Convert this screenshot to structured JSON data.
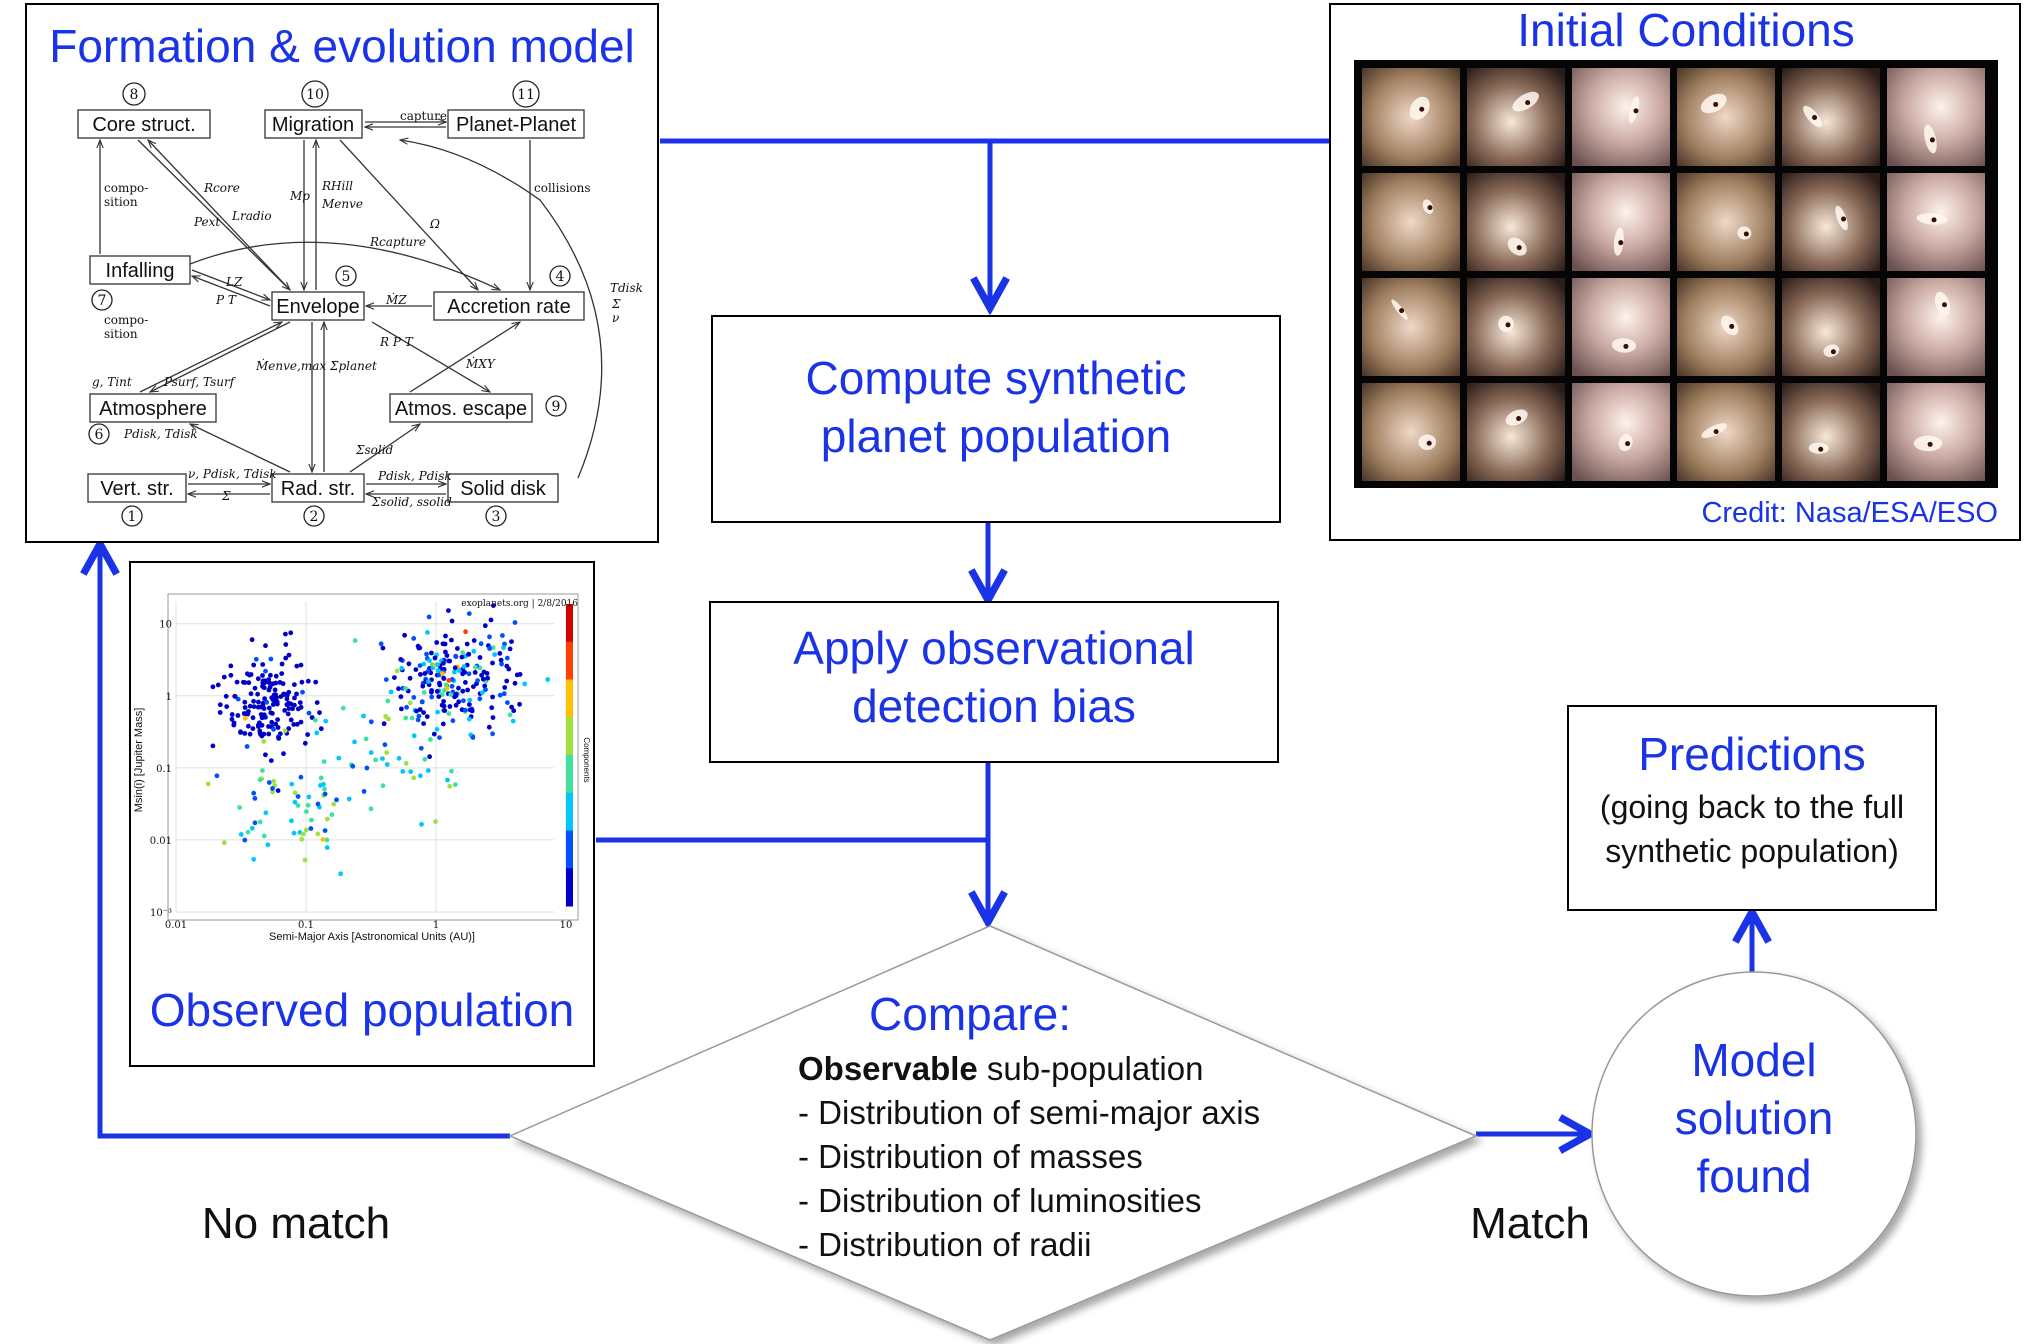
{
  "formation_panel": {
    "title": "Formation & evolution model",
    "modules": {
      "core": {
        "label": "Core struct.",
        "num": "8"
      },
      "migration": {
        "label": "Migration",
        "num": "10"
      },
      "planet_planet": {
        "label": "Planet-Planet",
        "num": "11"
      },
      "infalling": {
        "label": "Infalling",
        "num": "7"
      },
      "envelope": {
        "label": "Envelope",
        "num": "5"
      },
      "accretion": {
        "label": "Accretion rate",
        "num": "4"
      },
      "atmosphere": {
        "label": "Atmosphere",
        "num": "6"
      },
      "atmos_escape": {
        "label": "Atmos. escape",
        "num": "9"
      },
      "vert_str": {
        "label": "Vert. str.",
        "num": "1"
      },
      "rad_str": {
        "label": "Rad. str.",
        "num": "2"
      },
      "solid_disk": {
        "label": "Solid disk",
        "num": "3"
      }
    },
    "edge_labels": {
      "capture": "capture",
      "composition1": "compo-",
      "composition1b": "sition",
      "composition2": "compo-",
      "composition2b": "sition",
      "collisions": "collisions",
      "rcore": "Rcore",
      "lradio": "Lradio",
      "pext": "Pext",
      "mp": "Mp",
      "rhill": "RHill",
      "menve": "Menve",
      "omega": "Ω",
      "rcapture": "Rcapture",
      "lz": "LZ",
      "pt1": "P T",
      "mz": "ṀZ",
      "rpt": "R P T",
      "mxy": "ṀXY",
      "tdisk": "Tdisk",
      "sigma_right": "Σ",
      "nu_right": "ν",
      "gtint": "g, Tint",
      "psurf": "Psurf, Tsurf",
      "menvemax": "Ṁenve,max",
      "sigmaplanet": "Σ̇planet",
      "pdisk_tdisk": "Pdisk, Tdisk",
      "nu_pdisk": "ν, Pdisk, Tdisk",
      "sigma_low": "Σ",
      "sigma_solid": "Σsolid",
      "pdisk_pdisk": "Pdisk, Pdisk",
      "sigma_solid_s": "Σsolid, ssolid"
    }
  },
  "initial_conditions": {
    "title": "Initial Conditions",
    "credit": "Credit: Nasa/ESA/ESO"
  },
  "observed_panel": {
    "title": "Observed population",
    "chart": {
      "source_note": "exoplanets.org | 2/8/2016",
      "xlabel": "Semi-Major Axis [Astronomical Units (AU)]",
      "ylabel": "Msin(i) [Jupiter Mass]",
      "colorbar_label": "Components",
      "x_ticks": [
        "0.01",
        "0.1",
        "1",
        "10"
      ],
      "y_ticks": [
        "10",
        "1",
        "0.1",
        "0.01",
        "10⁻³"
      ]
    }
  },
  "steps": {
    "compute": [
      "Compute synthetic",
      "planet population"
    ],
    "bias": [
      "Apply observational",
      "detection bias"
    ],
    "predictions": {
      "title": "Predictions",
      "lines": [
        "(going back to the full",
        "synthetic population)"
      ]
    }
  },
  "compare": {
    "title": "Compare:",
    "line1_bold": "Observable",
    "line1_rest": " sub-population",
    "items": [
      "- Distribution of semi-major axis",
      "- Distribution of masses",
      "- Distribution of luminosities",
      "- Distribution of radii"
    ]
  },
  "solution": [
    "Model",
    "solution",
    "found"
  ],
  "outcomes": {
    "no_match": "No match",
    "match": "Match"
  },
  "colors": {
    "accent": "#1a33e6",
    "text": "#111111",
    "box": "#000000"
  },
  "chart_data": {
    "type": "scatter",
    "xscale": "log",
    "yscale": "log",
    "xlim": [
      0.01,
      10
    ],
    "ylim": [
      0.001,
      20
    ],
    "xlabel": "Semi-Major Axis [Astronomical Units (AU)]",
    "ylabel": "Msin(i) [Jupiter Mass]",
    "clusters": [
      {
        "name": "hot Jupiters",
        "x_center": 0.05,
        "y_center": 0.8,
        "spread_x_dex": 0.18,
        "spread_y_dex": 0.35,
        "count": 170
      },
      {
        "name": "cold Jupiters",
        "x_center": 1.3,
        "y_center": 1.6,
        "spread_x_dex": 0.28,
        "spread_y_dex": 0.35,
        "count": 230
      },
      {
        "name": "low-mass short period",
        "x_center": 0.08,
        "y_center": 0.025,
        "spread_x_dex": 0.25,
        "spread_y_dex": 0.35,
        "count": 60
      },
      {
        "name": "intermediate",
        "x_center": 0.3,
        "y_center": 0.15,
        "spread_x_dex": 0.35,
        "spread_y_dex": 0.5,
        "count": 50
      }
    ],
    "color_scale": [
      "#0000c8",
      "#0050ff",
      "#00c8ff",
      "#40e0a0",
      "#a0e040",
      "#ffc000",
      "#ff4000",
      "#d00000"
    ]
  }
}
